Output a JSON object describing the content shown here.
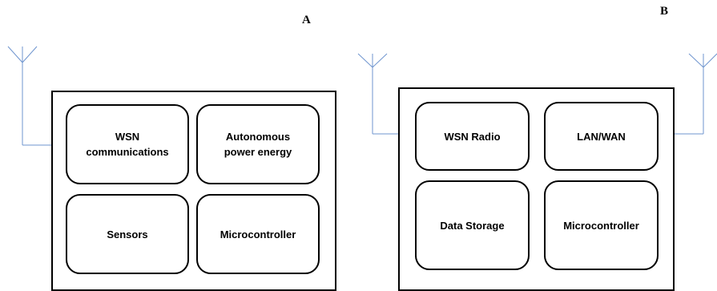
{
  "diagrams": [
    {
      "letter": "A",
      "modules": [
        {
          "label": "WSN\ncommunications"
        },
        {
          "label": "Autonomous\npower energy"
        },
        {
          "label": "Sensors"
        },
        {
          "label": "Microcontroller"
        }
      ]
    },
    {
      "letter": "B",
      "modules": [
        {
          "label": "WSN Radio"
        },
        {
          "label": "LAN/WAN"
        },
        {
          "label": "Data Storage"
        },
        {
          "label": "Microcontroller"
        }
      ]
    }
  ],
  "colors": {
    "antenna": "#6f95cf",
    "border": "#000000"
  }
}
